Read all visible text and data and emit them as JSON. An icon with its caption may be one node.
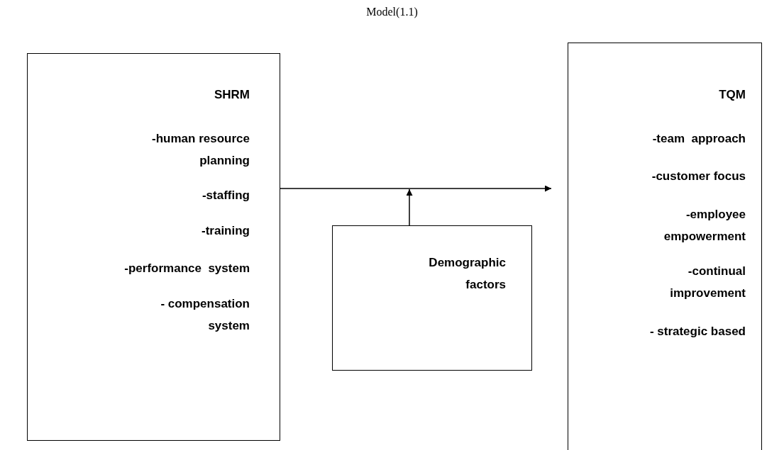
{
  "diagram": {
    "title": "Model(1.1)",
    "nodes": [
      {
        "text": [
          "SHRM",
          "-human resource planning",
          "-staffing",
          "-training",
          "-performance  system",
          "- compensation system"
        ]
      },
      {
        "text": [
          "TQM",
          "-team  approach",
          "-customer focus",
          "-employee empowerment",
          "-continual improvement",
          "- strategic based"
        ]
      },
      {
        "text": [
          "Demographic factors"
        ]
      }
    ],
    "edges": [
      {
        "from": 0,
        "to": 1,
        "arrow": "to"
      },
      {
        "from": 2,
        "to": null,
        "arrow": "to"
      }
    ]
  }
}
